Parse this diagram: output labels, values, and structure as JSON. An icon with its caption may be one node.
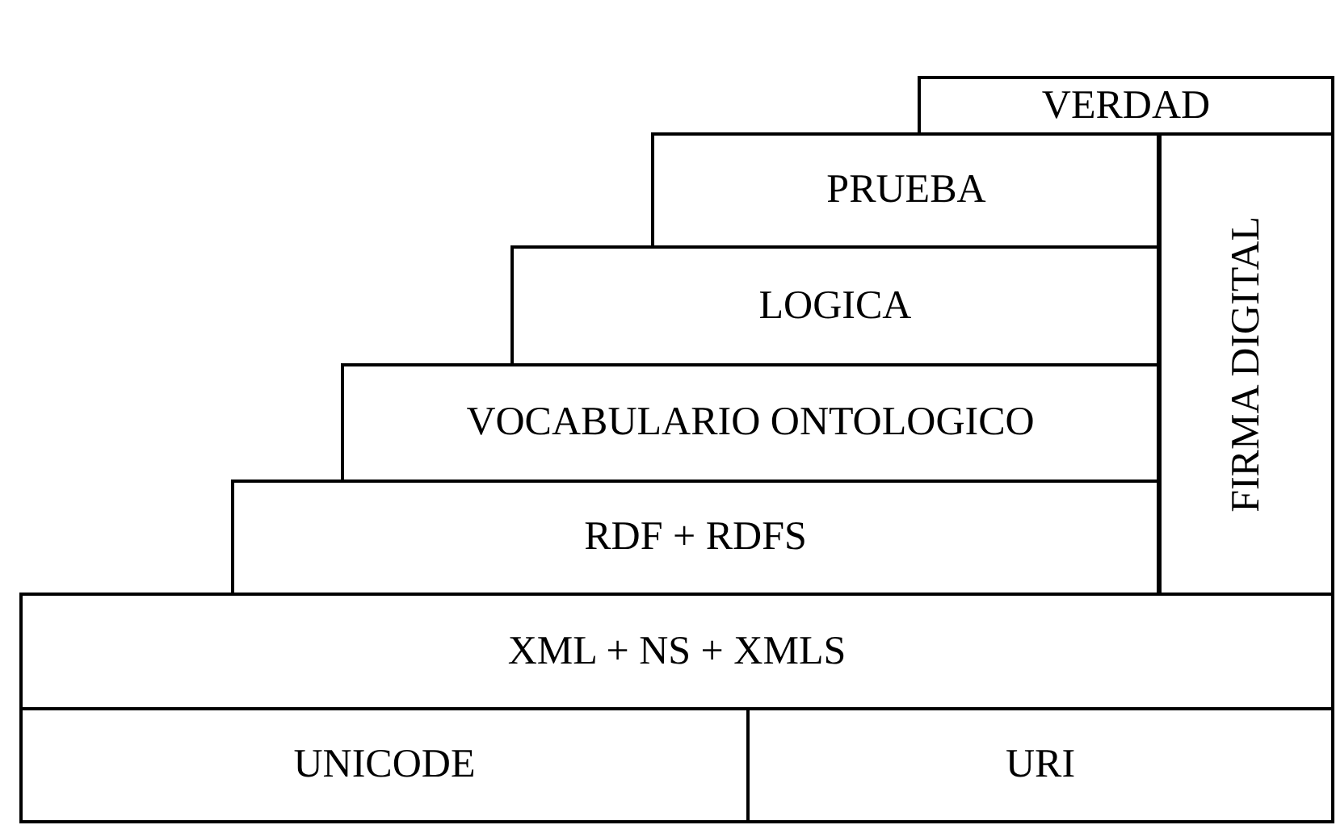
{
  "diagram": {
    "nodes": [
      {
        "text": [
          "VERDAD"
        ]
      },
      {
        "text": [
          "PRUEBA"
        ]
      },
      {
        "text": [
          "FIRMA DIGITAL"
        ]
      },
      {
        "text": [
          "LOGICA"
        ]
      },
      {
        "text": [
          "VOCABULARIO ONTOLOGICO"
        ]
      },
      {
        "text": [
          "RDF + RDFS"
        ]
      },
      {
        "text": [
          "XML + NS + XMLS"
        ]
      },
      {
        "text": [
          "UNICODE"
        ]
      },
      {
        "text": [
          "URI"
        ]
      }
    ]
  }
}
